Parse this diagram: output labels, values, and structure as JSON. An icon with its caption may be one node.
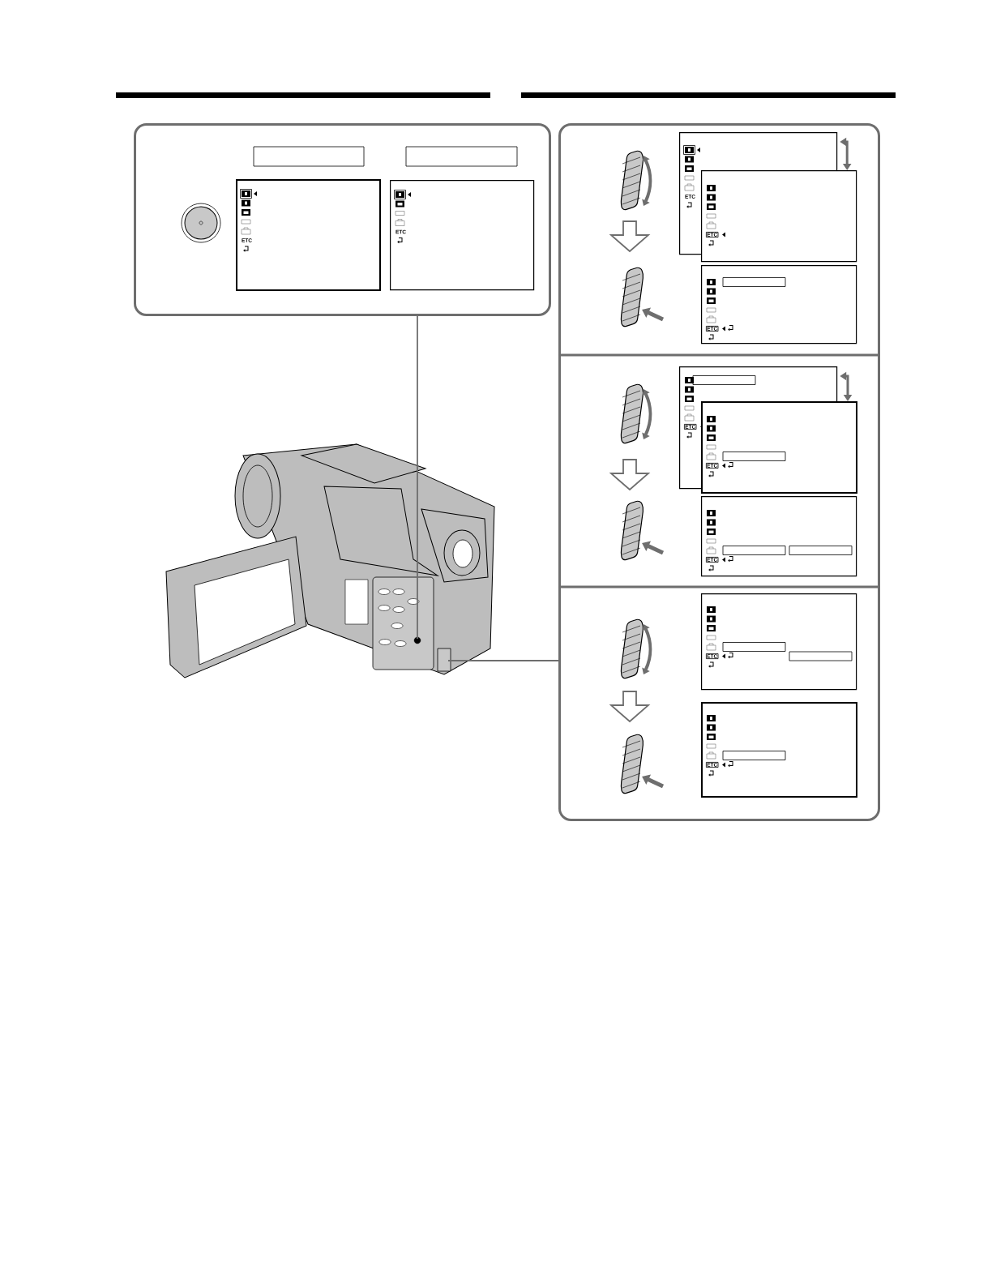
{
  "diagram": {
    "nodes": [
      {
        "text": [],
        "shape": "box"
      },
      {
        "text": [
          "ETC"
        ],
        "in": 0
      },
      {
        "text": [
          "ETC"
        ],
        "in": 0
      },
      {
        "text": [],
        "shape": "box"
      },
      {
        "text": [
          "ETC"
        ],
        "in": 3
      },
      {
        "text": [
          "ETC"
        ],
        "in": 3
      },
      {
        "text": [
          "ETC"
        ],
        "in": 3
      },
      {
        "text": [
          "ETC"
        ],
        "in": 3
      },
      {
        "text": [
          "ETC"
        ],
        "in": 3
      },
      {
        "text": [
          "ETC"
        ],
        "in": 3
      },
      {
        "text": [
          "ETC"
        ],
        "in": 3
      },
      {
        "text": [
          "ETC"
        ],
        "in": 3
      },
      {
        "text": [],
        "shape": "picture"
      }
    ],
    "edges": [
      {
        "from": 0,
        "to": 12,
        "arrow": "none"
      },
      {
        "from": 3,
        "to": 12,
        "arrow": "none"
      },
      {
        "from": 4,
        "to": 5,
        "arrow": "both"
      },
      {
        "from": 7,
        "to": 8,
        "arrow": "both"
      }
    ]
  }
}
